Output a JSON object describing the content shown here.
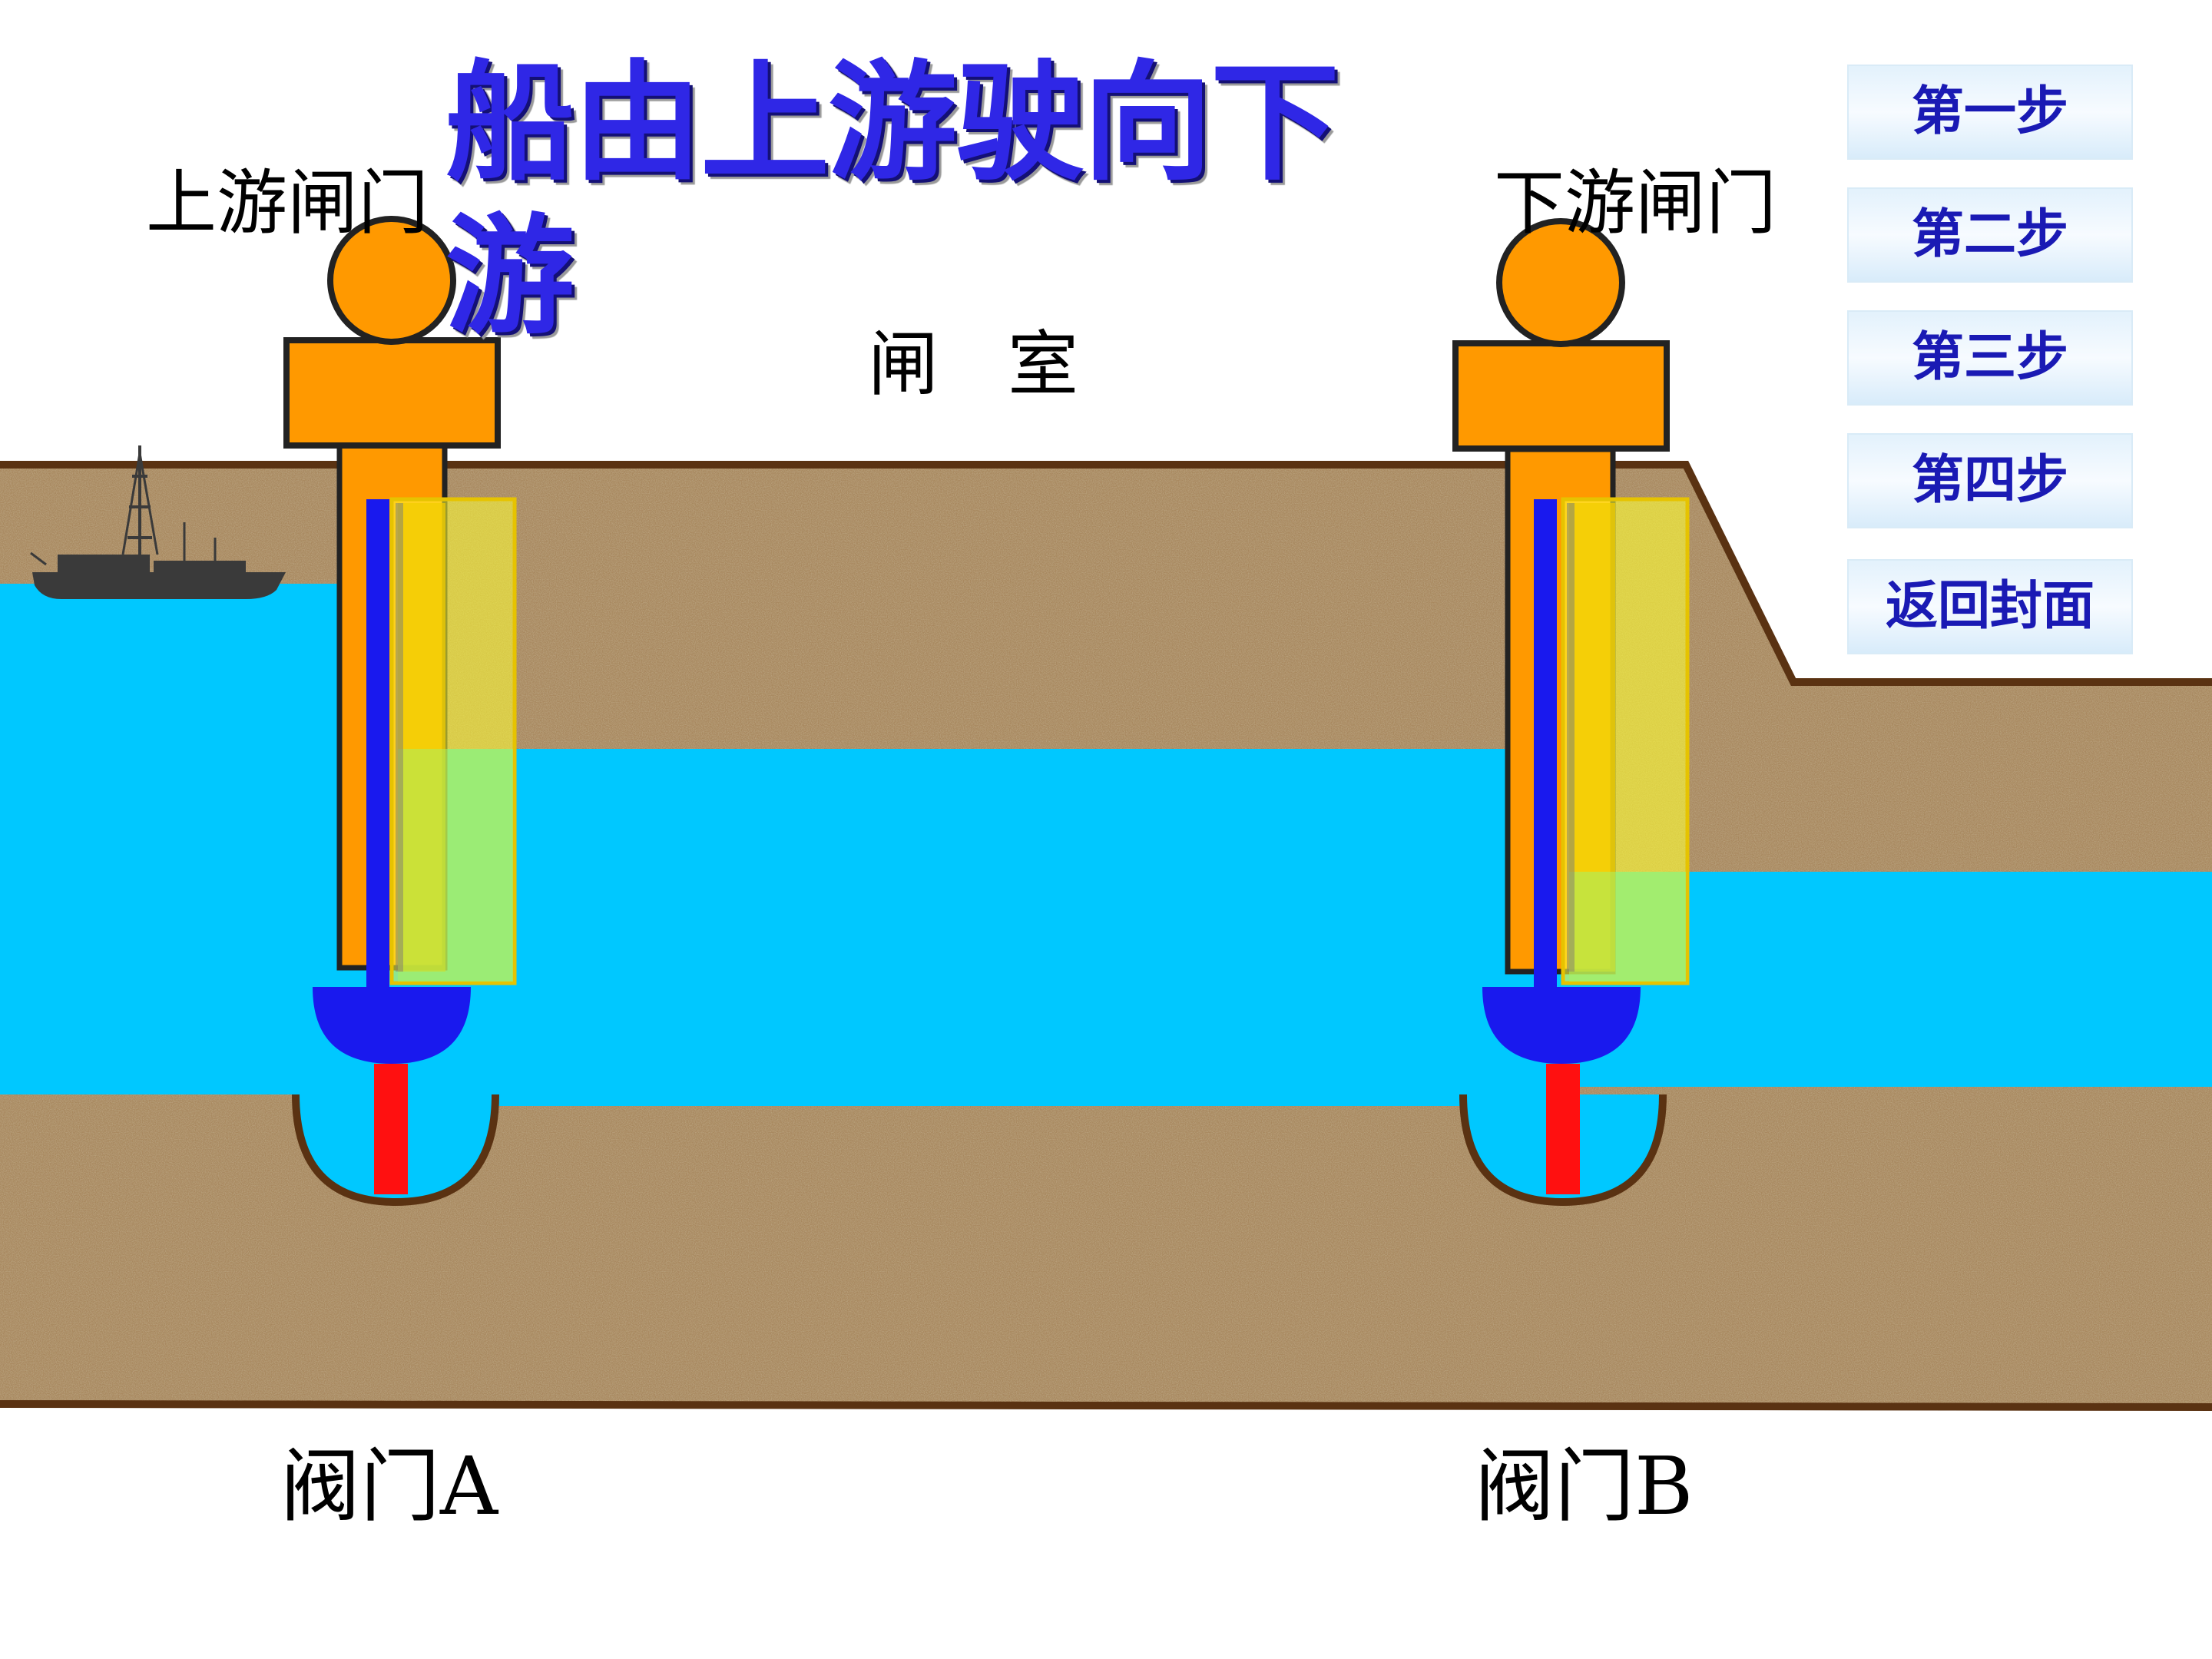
{
  "title": "船由上游驶向下游",
  "upstream_gate_label": "上游闸门",
  "downstream_gate_label": "下游闸门",
  "chamber_label": "闸室",
  "valve_a_label": "阀门A",
  "valve_b_label": "阀门B",
  "steps": [
    "第一步",
    "第二步",
    "第三步",
    "第四步"
  ],
  "return_label": "返回封面",
  "colors": {
    "title": "#2f27e6",
    "water": "#00c8ff",
    "soil": "#a8885e",
    "soil_border": "#5a3212",
    "gate_body": "#ff9900",
    "valve_rod": "#1919ee",
    "valve_seal": "#ff1010",
    "gate_panel": "#ffff33",
    "button_text": "#1a1ab4"
  }
}
